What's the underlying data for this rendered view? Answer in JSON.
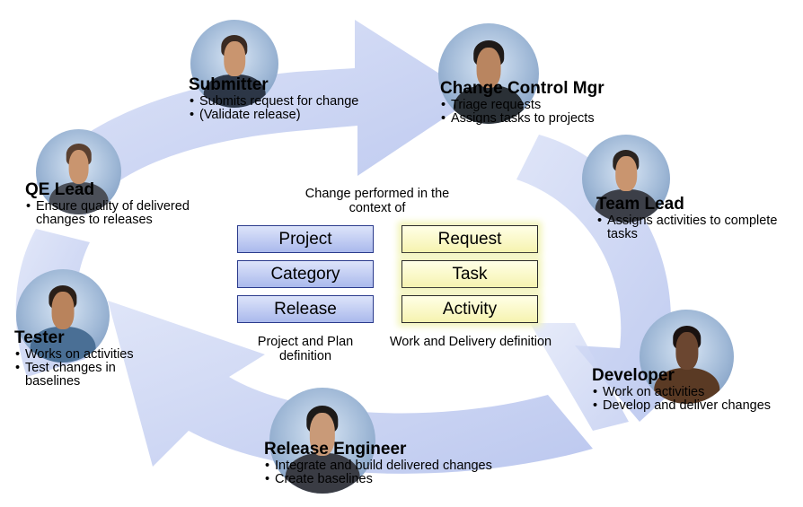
{
  "roles": {
    "submitter": {
      "title": "Submitter",
      "items": [
        "Submits request for change",
        "(Validate release)"
      ]
    },
    "change_control": {
      "title": "Change Control Mgr",
      "items": [
        "Triage requests",
        "Assigns tasks to projects"
      ]
    },
    "team_lead": {
      "title": "Team Lead",
      "items": [
        "Assigns activities to complete tasks"
      ]
    },
    "developer": {
      "title": "Developer",
      "items": [
        "Work on activities",
        "Develop and deliver changes"
      ]
    },
    "release_engineer": {
      "title": "Release Engineer",
      "items": [
        "Integrate and build delivered changes",
        "Create baselines"
      ]
    },
    "tester": {
      "title": "Tester",
      "items": [
        "Works on activities",
        "Test changes in baselines"
      ]
    },
    "qe_lead": {
      "title": "QE Lead",
      "items": [
        "Ensure quality of delivered changes to releases"
      ]
    }
  },
  "center": {
    "heading": "Change performed in the context of",
    "plan_boxes": [
      "Project",
      "Category",
      "Release"
    ],
    "work_boxes": [
      "Request",
      "Task",
      "Activity"
    ],
    "plan_caption": "Project and Plan definition",
    "work_caption": "Work and Delivery definition"
  },
  "colors": {
    "cycle_arrow": "#c8d2f3",
    "plan_box_fill": "#aab9ec",
    "plan_box_border": "#2a3a8c",
    "work_box_fill": "#f6f3b0",
    "work_box_glow": "#f2f4b8"
  }
}
